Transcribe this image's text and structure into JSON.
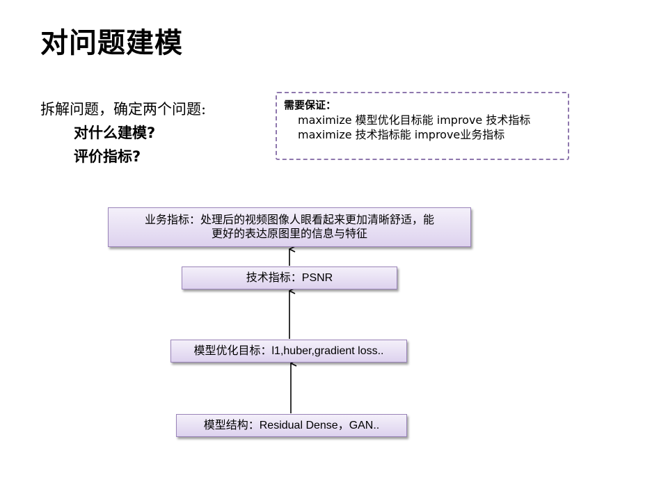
{
  "title": "对问题建模",
  "intro": {
    "line0": "拆解问题，确定两个问题:",
    "line1": "对什么建模?",
    "line2": "评价指标?"
  },
  "note": {
    "heading": "需要保证：",
    "lines": [
      "maximize 模型优化目标能  improve 技术指标",
      "maximize 技术指标能  improve业务指标"
    ],
    "border_color": "#8e77ad"
  },
  "diagram": {
    "boxes": [
      {
        "label_line1": "业务指标：处理后的视频图像人眼看起来更加清晰舒适，能",
        "label_line2": "更好的表达原图里的信息与特征"
      },
      {
        "label": "技术指标：PSNR"
      },
      {
        "label": "模型优化目标：l1,huber,gradient loss.."
      },
      {
        "label": "模型结构：Residual Dense，GAN.."
      }
    ],
    "box_fill": "#e6def2",
    "box_border": "#9983b8"
  }
}
